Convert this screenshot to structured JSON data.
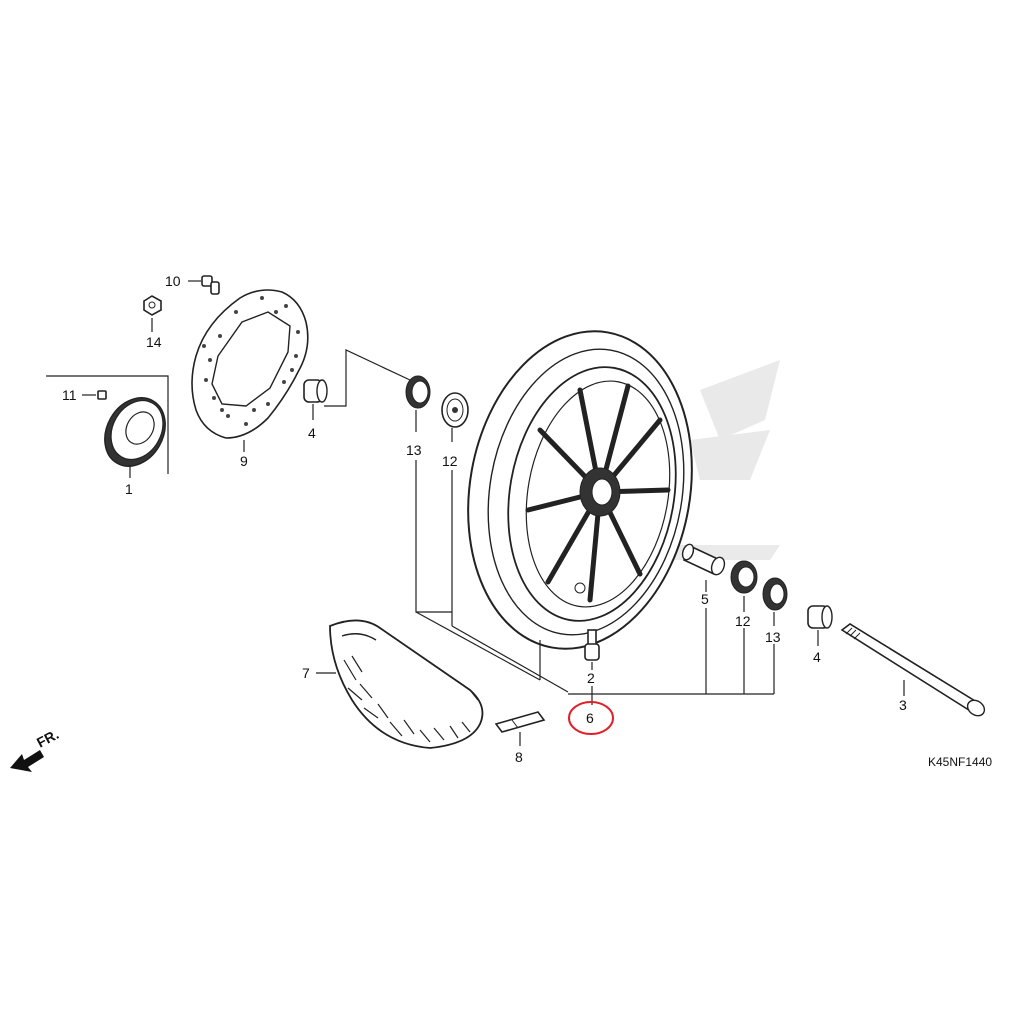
{
  "diagram_code": "K45NF1440",
  "direction_label": "FR.",
  "highlight_color": "#e0202a",
  "callouts": {
    "p1": "1",
    "p2": "2",
    "p3": "3",
    "p4a": "4",
    "p4b": "4",
    "p5": "5",
    "p6": "6",
    "p7": "7",
    "p8": "8",
    "p9": "9",
    "p10": "10",
    "p11": "11",
    "p12a": "12",
    "p12b": "12",
    "p13a": "13",
    "p13b": "13",
    "p14": "14"
  }
}
